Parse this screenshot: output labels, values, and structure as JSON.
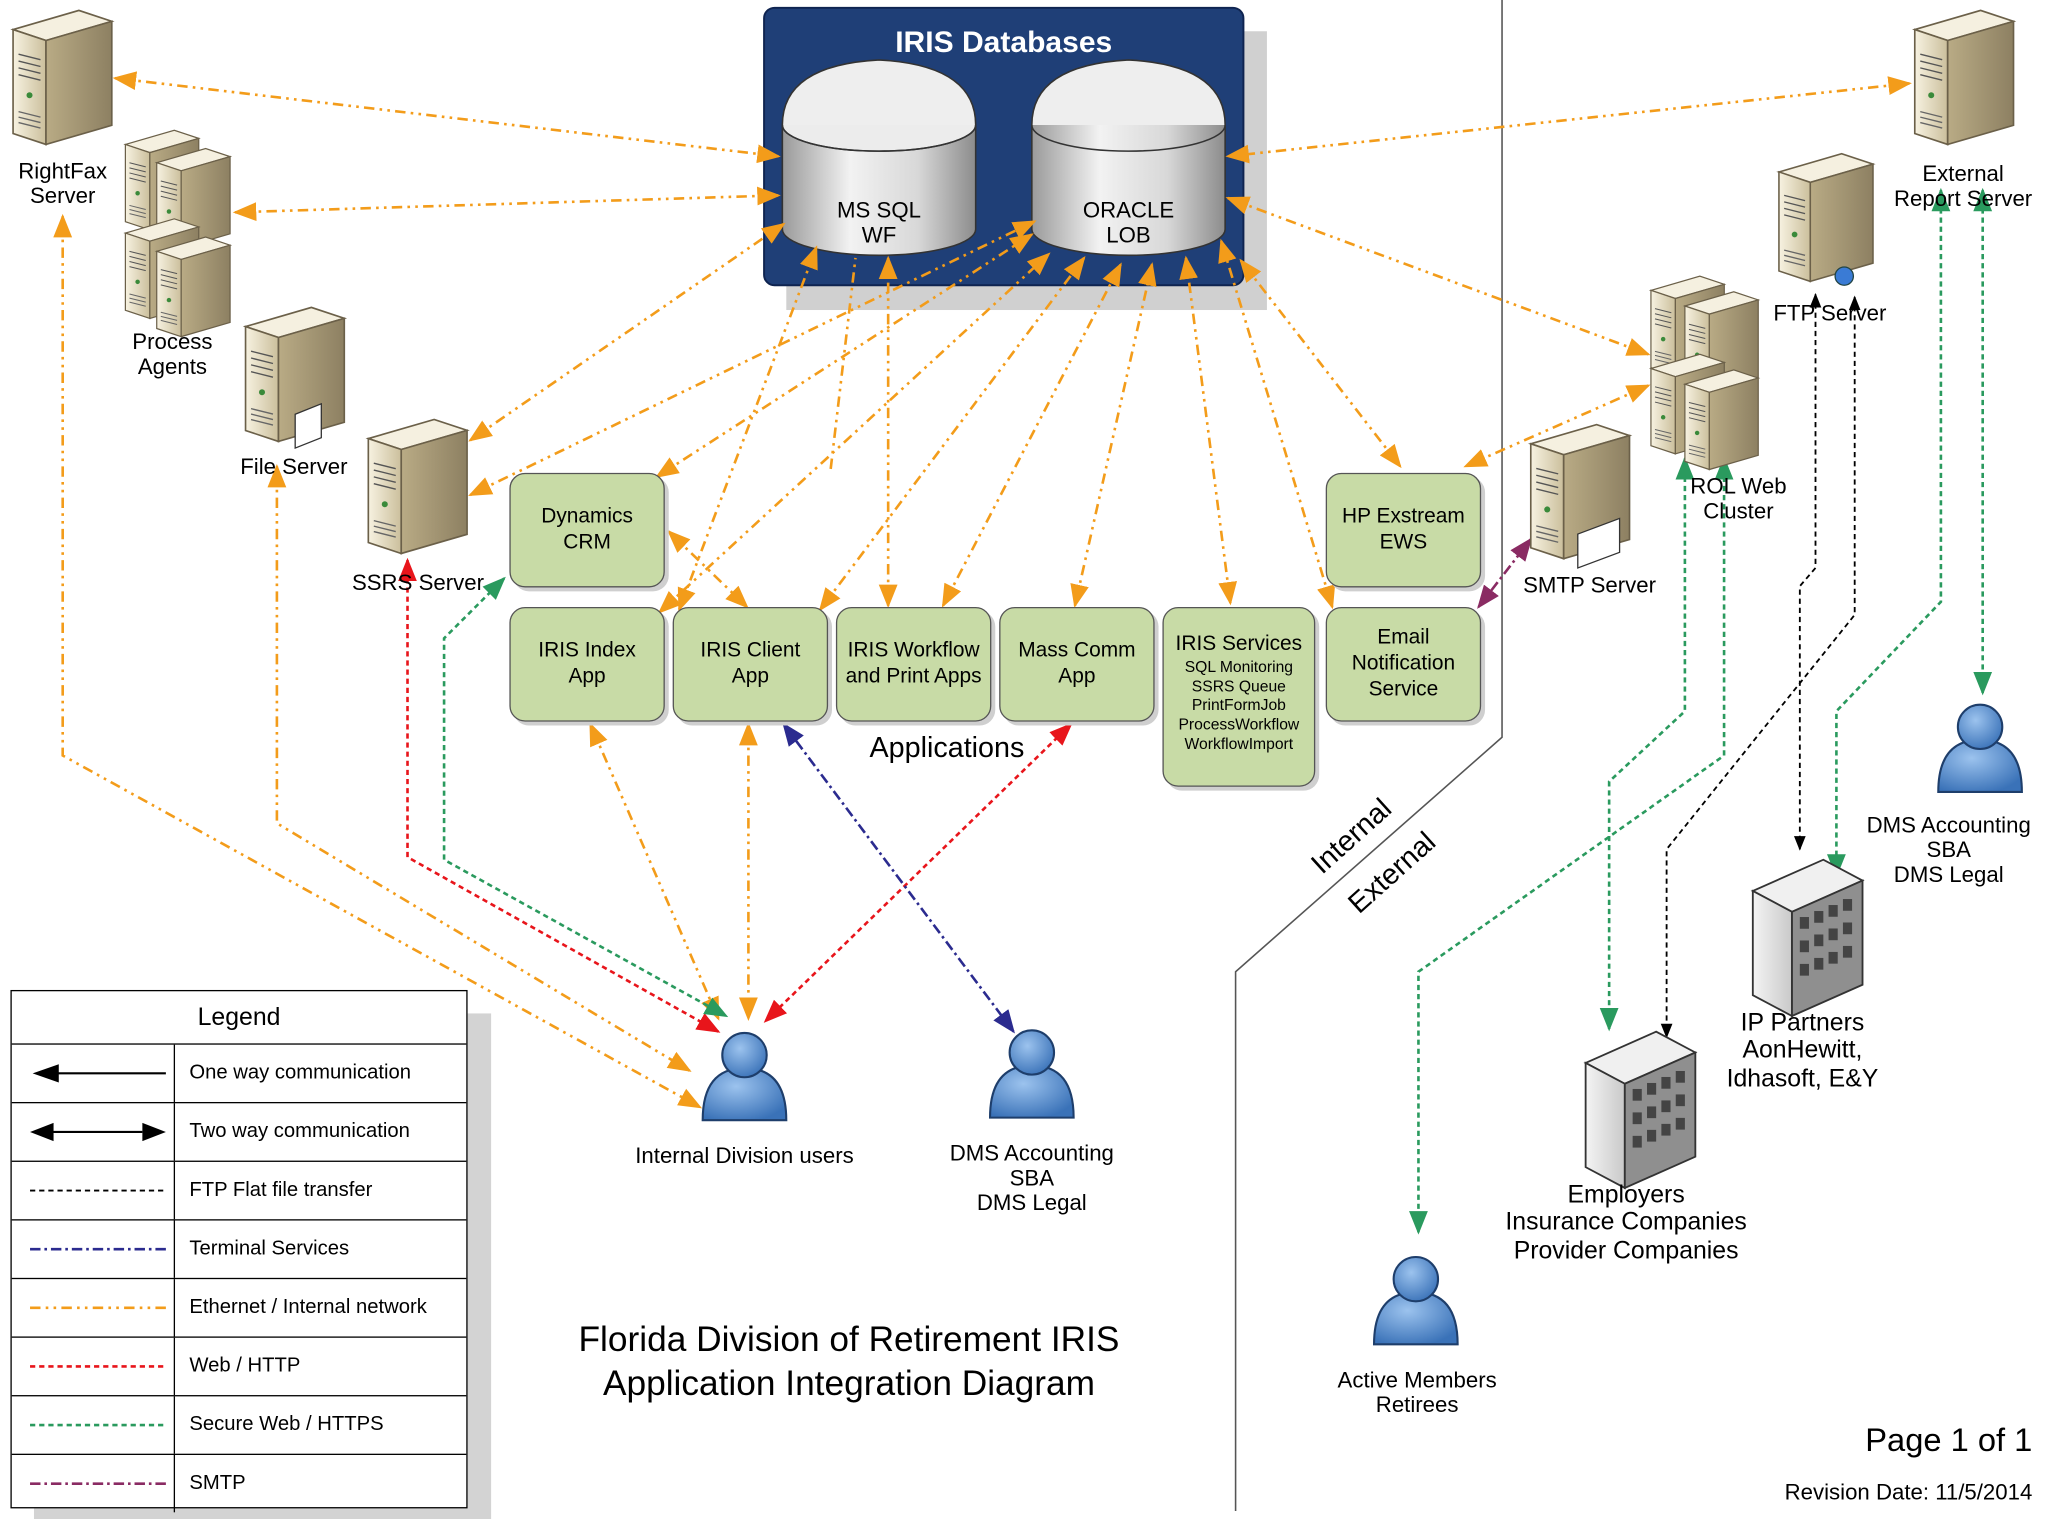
{
  "databases": {
    "title": "IRIS Databases",
    "mssql": "MS SQL\nWF",
    "oracle": "ORACLE\nLOB"
  },
  "servers": {
    "rightfax": "RightFax\nServer",
    "process_agents": "Process\nAgents",
    "file_server": "File Server",
    "ssrs": "SSRS Server",
    "external_report": "External\nReport Server",
    "ftp": "FTP Server",
    "rol_web": "ROL Web\nCluster",
    "smtp": "SMTP Server"
  },
  "apps": {
    "dynamics": "Dynamics\nCRM",
    "hp_exstream": "HP Exstream\nEWS",
    "iris_index": "IRIS Index\nApp",
    "iris_client": "IRIS Client\nApp",
    "iris_workflow": "IRIS Workflow\nand Print Apps",
    "mass_comm": "Mass Comm\nApp",
    "iris_services": "IRIS Services",
    "iris_services_sub": "SQL Monitoring\nSSRS Queue\nPrintFormJob\nProcessWorkflow\nWorkflowImport",
    "email_notification": "Email\nNotification\nService",
    "group_label": "Applications"
  },
  "users": {
    "internal": "Internal Division users",
    "dms_internal": "DMS Accounting\nSBA\nDMS Legal",
    "dms_external": "DMS Accounting\nSBA\nDMS Legal",
    "active_members": "Active Members\nRetirees",
    "employers": "Employers\nInsurance Companies\nProvider Companies",
    "ip_partners": "IP Partners\nAonHewitt,\nIdhasoft, E&Y"
  },
  "zones": {
    "internal": "Internal",
    "external": "External"
  },
  "legend": {
    "title": "Legend",
    "rows": [
      {
        "label": "One way communication",
        "style": "one-way"
      },
      {
        "label": "Two way communication",
        "style": "two-way"
      },
      {
        "label": "FTP Flat file transfer",
        "style": "ftp",
        "color": "#000000"
      },
      {
        "label": "Terminal Services",
        "style": "terminal",
        "color": "#2b2b8f"
      },
      {
        "label": "Ethernet / Internal network",
        "style": "ethernet",
        "color": "#f39c1a"
      },
      {
        "label": "Web / HTTP",
        "style": "http",
        "color": "#e8151b"
      },
      {
        "label": "Secure Web / HTTPS",
        "style": "https",
        "color": "#2a9a5e"
      },
      {
        "label": "SMTP",
        "style": "smtp",
        "color": "#8a2b63"
      }
    ]
  },
  "footer": {
    "title": "Florida Division of Retirement IRIS\nApplication Integration Diagram",
    "page": "Page 1 of 1",
    "revision": "Revision Date: 11/5/2014"
  },
  "colors": {
    "db_panel": "#1f3f77",
    "app_fill": "#c8dba6",
    "user_fill": "#4d86c9",
    "server_fill": "#ede4c8"
  }
}
